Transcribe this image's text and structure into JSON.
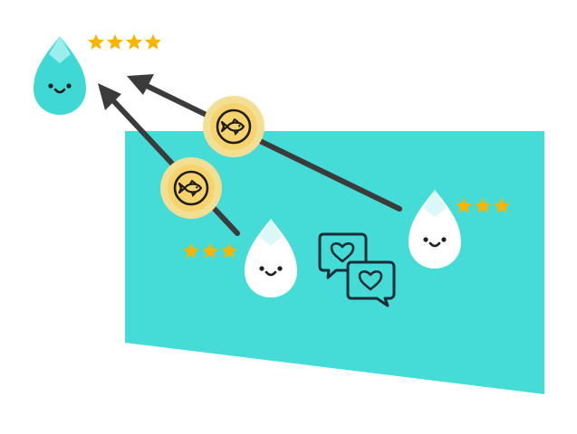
{
  "colors": {
    "background": "#ffffff",
    "panel": "#45dcd8",
    "arrow": "#3b3b3b",
    "star": "#f7b500",
    "coin_fill": "#f6d36d",
    "coin_ring": "#f3df93",
    "coin_stroke": "#1d1d1d",
    "drop_teal": "#40d8d5",
    "drop_teal_light": "#9ceeed",
    "drop_white": "#ffffff",
    "drop_white_light": "#d9f8f7",
    "face": "#202020",
    "chat_stroke": "#1b2d35"
  },
  "characters": [
    {
      "name": "top-left-droplet",
      "style": "teal",
      "stars": 4
    },
    {
      "name": "bottom-left-droplet",
      "style": "white",
      "stars": 3
    },
    {
      "name": "right-droplet",
      "style": "white",
      "stars": 3
    }
  ],
  "coins": [
    {
      "name": "upper-fish-coin",
      "icon": "fish-icon"
    },
    {
      "name": "lower-fish-coin",
      "icon": "fish-icon"
    }
  ],
  "chat": {
    "bubbles": [
      {
        "name": "heart-chat-bubble-back",
        "icon": "heart-icon"
      },
      {
        "name": "heart-chat-bubble-front",
        "icon": "heart-icon"
      }
    ]
  }
}
